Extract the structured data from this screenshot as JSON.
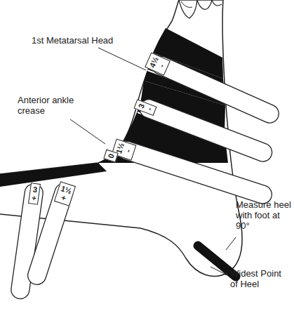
{
  "diagram": {
    "nodes": [
      {
        "text": [
          "4½",
          "-"
        ]
      },
      {
        "text": [
          "3",
          "-"
        ]
      },
      {
        "text": [
          "1½",
          "-"
        ]
      },
      {
        "text": [
          "0"
        ]
      },
      {
        "text": [
          "3",
          "+"
        ]
      },
      {
        "text": [
          "1½",
          "+"
        ]
      }
    ],
    "labels": [
      "1st Metatarsal Head",
      "Anterior ankle crease",
      "Measure heel with foot at 90°",
      "Widest Point of Heel"
    ]
  }
}
